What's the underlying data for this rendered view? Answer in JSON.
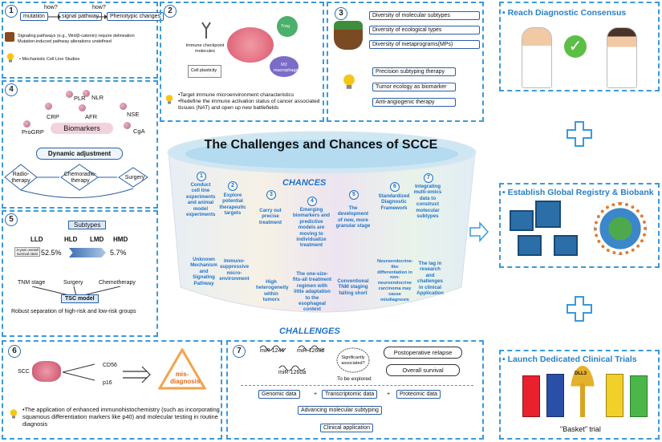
{
  "title": "The Challenges and Chances of SCCE",
  "labels": {
    "chances": "CHANCES",
    "challenges": "CHALLENGES"
  },
  "panel1": {
    "num": "1",
    "flow": [
      "mutation",
      "signal pathway",
      "Phenotypic changes"
    ],
    "how": "how?",
    "points": [
      "Signaling pathways (e.g., Wnt/β-catenin) require delineation",
      "Mutation-induced pathway alterations undefined"
    ],
    "idea": "• Mechanistic Cell Line Studies"
  },
  "panel2": {
    "num": "2",
    "labels": [
      "Immune checkpoint molecules",
      "Treg",
      "M2 macrophage",
      "Cell plasticity"
    ],
    "points": [
      "•Target immune microenvironment characteristics",
      "•Redefine the immune activation status of cancer associated tissues (NAT) and open up new battlefields"
    ]
  },
  "panel3": {
    "num": "3",
    "diversity": [
      "Diversity of molecular subtypes",
      "Diversity of ecological types",
      "Diversity of metaprograms(MPs)"
    ],
    "solutions": [
      "Precision subtyping therapy",
      "Tumor ecology as biomarker",
      "Anti-angiogenic therapy"
    ]
  },
  "panel4": {
    "num": "4",
    "markers": [
      "PLR",
      "NLR",
      "CRP",
      "AFR",
      "NSE",
      "ProGRP",
      "CgA"
    ],
    "biomarkers": "Biomarkers",
    "dynamic": "Dynamic adjustment",
    "therapies": [
      "Radio-therapy",
      "Chemoradio-therapy",
      "Surgery"
    ]
  },
  "panel5": {
    "num": "5",
    "subtypes_title": "Subtypes",
    "subtypes": [
      "LLD",
      "HLD",
      "LMD",
      "HMD"
    ],
    "survival_label": "3-year overall survival rates",
    "pct_left": "52.5%",
    "pct_right": "5.7%",
    "factors": [
      "TNM stage",
      "Surgery",
      "Chemotherapy"
    ],
    "model": "TSC model",
    "result": "Robust separation of  high-risk and low-risk groups"
  },
  "panel6": {
    "num": "6",
    "scc": "SCC",
    "markers": [
      "CD56",
      "p16"
    ],
    "warning": "mis-diagnosis",
    "idea": "•The application of enhanced immunohistochemistry (such as incorporating squamous differentiation markers like p40) and molecular testing in routine diagnosis"
  },
  "panel7": {
    "num": "7",
    "mirs": [
      "miR-1246",
      "miR-1260b",
      "miR-1260a"
    ],
    "significance": "Significantly associated?",
    "explore": "To be explored",
    "outcomes": [
      "Postoperative relapse",
      "Overall survival"
    ],
    "data": [
      "Genomic data",
      "Transcriptomic data",
      "Proteomic data"
    ],
    "plus": "+",
    "advancing": "Advancing molecular subtyping",
    "clinical": "Clinical application"
  },
  "columns": [
    {
      "n": "1",
      "chance": "Conduct cell line experiments and animal model experiments",
      "challenge": "Unknown Mechanism and Signaling Pathway"
    },
    {
      "n": "2",
      "chance": "Explore potential therapeutic targets",
      "challenge": "Immuno-suppressive micro-environment"
    },
    {
      "n": "3",
      "chance": "Carry out precise treatment",
      "challenge": "High heterogeneity within tumors"
    },
    {
      "n": "4",
      "chance": "Emerging biomarkers and predictive models are moving to individualize treatment",
      "challenge": "The one-size-fits-all treatment regimen with little adaptation to the esophageal context"
    },
    {
      "n": "5",
      "chance": "The development of new, more granular stage",
      "challenge": "Conventional TNM staging falling short"
    },
    {
      "n": "6",
      "chance": "Standardized Diagnostic Framework",
      "challenge": "Neuroendocrine-like differentiation in non-neuroendocrine carcinoma may cause misdiagnosis"
    },
    {
      "n": "7",
      "chance": "Integrating multi-omics data to construct molecular subtypes",
      "challenge": "The lag in research and challenges in clinical Application"
    }
  ],
  "right": {
    "consensus": "• Reach Diagnostic Consensus",
    "registry": "• Establish Global Registry & Biobank",
    "trials": "• Launch Dedicated Clinical Trials",
    "dll3": "DLL3",
    "basket": "\"Basket\" trial"
  },
  "colors": {
    "accent": "#3a9ad9",
    "chances": "#1f73c7",
    "warning": "#e06a1a"
  }
}
